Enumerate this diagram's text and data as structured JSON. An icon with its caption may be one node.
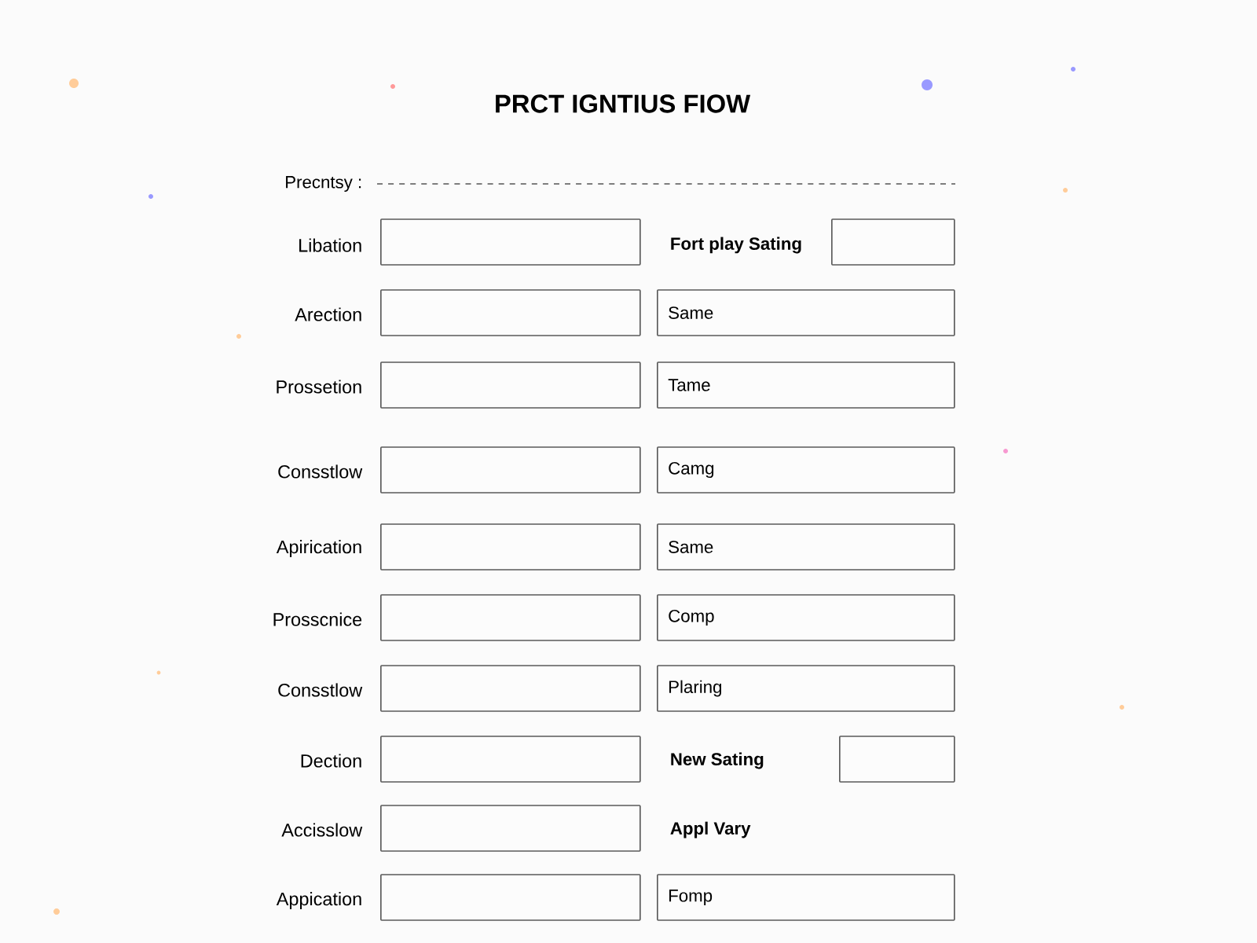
{
  "diagram": {
    "title": "PRCT IGNTIUS FIOW",
    "nodes": [
      {
        "text": [],
        "shape": "box"
      },
      {
        "text": [],
        "shape": "box"
      },
      {
        "text": [],
        "shape": "box"
      },
      {
        "text": [
          "Same"
        ]
      },
      {
        "text": [],
        "shape": "box"
      },
      {
        "text": [
          "Tame"
        ]
      },
      {
        "text": [],
        "shape": "box"
      },
      {
        "text": [
          "Camg"
        ]
      },
      {
        "text": [],
        "shape": "box"
      },
      {
        "text": [
          "Same"
        ]
      },
      {
        "text": [],
        "shape": "box"
      },
      {
        "text": [
          "Comp"
        ]
      },
      {
        "text": [],
        "shape": "box"
      },
      {
        "text": [
          "Plaring"
        ]
      },
      {
        "text": [],
        "shape": "box"
      },
      {
        "text": [],
        "shape": "box"
      },
      {
        "text": [],
        "shape": "box"
      },
      {
        "text": [],
        "shape": "box"
      },
      {
        "text": [
          "Fomp"
        ]
      }
    ],
    "labels": [
      "Precntsy :",
      "Libation",
      "Fort play Sating",
      "Arection",
      "Prossetion",
      "Consstlow",
      "Apirication",
      "Prosscnice",
      "Consstlow",
      "Dection",
      "New Sating",
      "Accisslow",
      "Appl Vary",
      "Appication"
    ]
  }
}
